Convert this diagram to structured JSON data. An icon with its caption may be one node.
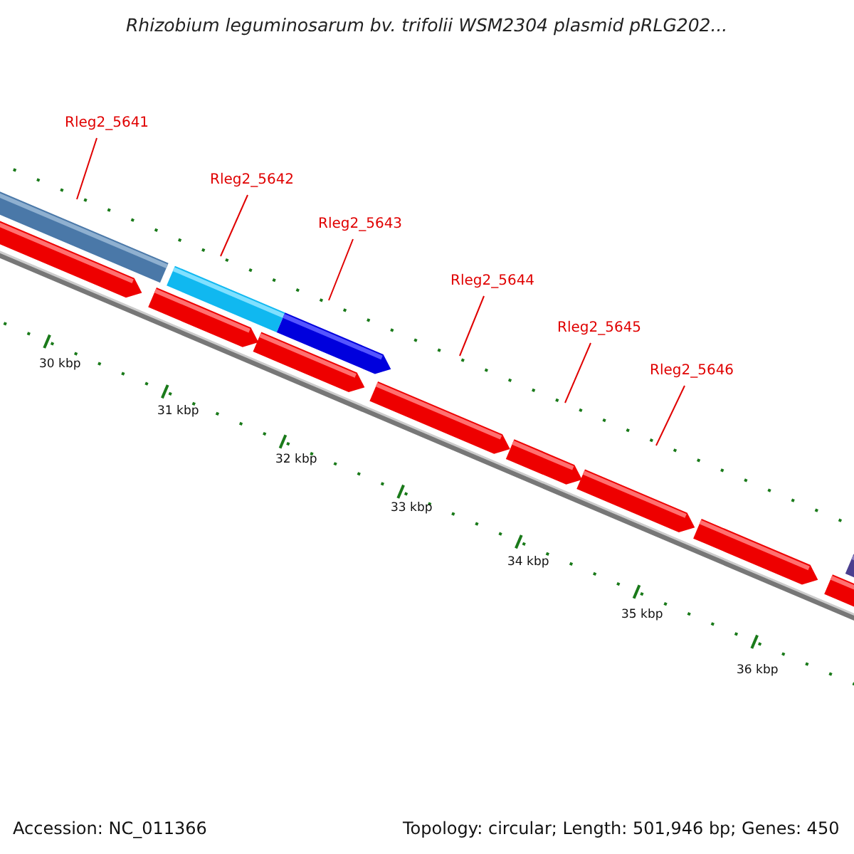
{
  "diagram": {
    "title": "Rhizobium leguminosarum bv. trifolii WSM2304 plasmid pRLG202...",
    "nodes": [
      {
        "text": [
          "Rleg2_5641"
        ]
      },
      {
        "text": [
          "Rleg2_5642"
        ]
      },
      {
        "text": [
          "Rleg2_5643"
        ]
      },
      {
        "text": [
          "Rleg2_5644"
        ]
      },
      {
        "text": [
          "Rleg2_5645"
        ]
      },
      {
        "text": [
          "Rleg2_5646"
        ]
      }
    ],
    "edges": [
      {
        "from": 0,
        "to": null,
        "arrow": "none"
      },
      {
        "from": 1,
        "to": null,
        "arrow": "none"
      },
      {
        "from": 2,
        "to": null,
        "arrow": "none"
      },
      {
        "from": 3,
        "to": null,
        "arrow": "none"
      },
      {
        "from": 4,
        "to": null,
        "arrow": "none"
      },
      {
        "from": 5,
        "to": null,
        "arrow": "none"
      }
    ],
    "labels": [
      "30 kbp",
      "31 kbp",
      "32 kbp",
      "33 kbp",
      "34 kbp",
      "35 kbp",
      "36 kbp",
      "Accession: NC_011366",
      "Topology: circular; Length: 501,946 bp; Genes: 450"
    ]
  }
}
